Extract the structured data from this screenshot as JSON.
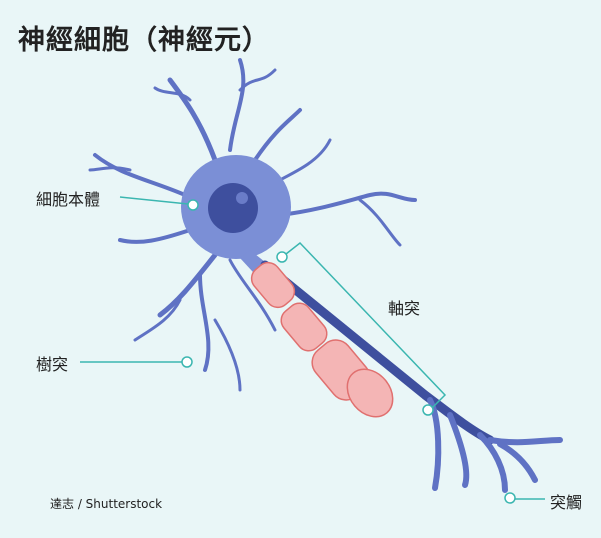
{
  "title": "神經細胞（神經元）",
  "labels": {
    "cell_body": "細胞本體",
    "dendrite": "樹突",
    "axon": "軸突",
    "synapse": "突觸"
  },
  "credit": "達志 / Shutterstock",
  "colors": {
    "background": "#e9f6f7",
    "neuron": "#7b8fd6",
    "neuron_dark": "#3e4f9e",
    "myelin": "#f4b5b5",
    "leader_line": "#3bb6b0"
  }
}
